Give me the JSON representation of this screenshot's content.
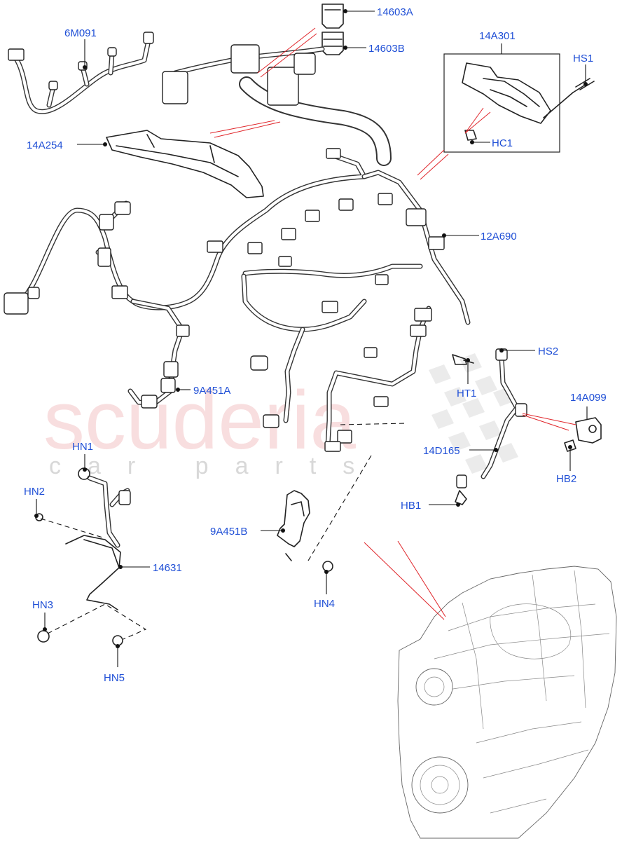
{
  "watermark": {
    "main": "scuderia",
    "sub": "car parts"
  },
  "labels": {
    "p6M091": "6M091",
    "p14603A": "14603A",
    "p14603B": "14603B",
    "p14A301": "14A301",
    "pHS1": "HS1",
    "pHC1": "HC1",
    "p14A254": "14A254",
    "p12A690": "12A690",
    "pHS2": "HS2",
    "pHT1": "HT1",
    "p14A099": "14A099",
    "p9A451A": "9A451A",
    "p14D165": "14D165",
    "pHB2": "HB2",
    "pHB1": "HB1",
    "pHN1": "HN1",
    "pHN2": "HN2",
    "p9A451B": "9A451B",
    "p14631": "14631",
    "pHN3": "HN3",
    "pHN4": "HN4",
    "pHN5": "HN5"
  },
  "colors": {
    "label": "#1f4fd6",
    "callout": "#e0262b",
    "watermark": "#f4c4c6"
  }
}
